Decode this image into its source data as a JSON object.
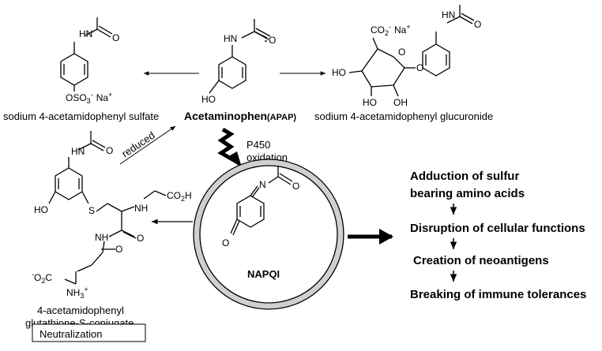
{
  "center": {
    "name": "Acetaminophen",
    "abbr": "(APAP)"
  },
  "metabolites": {
    "sulfate": "sodium 4-acetamidophenyl sulfate",
    "glucuronide": "sodium 4-acetamidophenyl glucuronide",
    "conjugate_line1": "4-acetamidophenyl",
    "conjugate_line2": "glutathione-S-conjugate",
    "reactive": "NAPQI"
  },
  "steps": {
    "p450_line1": "P450",
    "p450_line2": "oxidation",
    "reduced": "reduced"
  },
  "boxed_label": "Neutralization",
  "outcomes": [
    "Adduction of sulfur",
    "bearing amino acids",
    "Disruption of cellular functions",
    "Creation of neoantigens",
    "Breaking of immune tolerances"
  ],
  "atoms": {
    "HN": "HN",
    "O": "O",
    "HO": "HO",
    "OSO3": "OSO",
    "sub3": "3",
    "sup_minus": "-",
    "Na": "Na",
    "sup_plus": "+",
    "CO2": "CO",
    "sub2": "2",
    "S": "S",
    "N": "N",
    "CO2H": "CO",
    "H": "H",
    "NH": "NH",
    "NH3": "NH",
    "O2C": "O",
    "C": "C"
  }
}
